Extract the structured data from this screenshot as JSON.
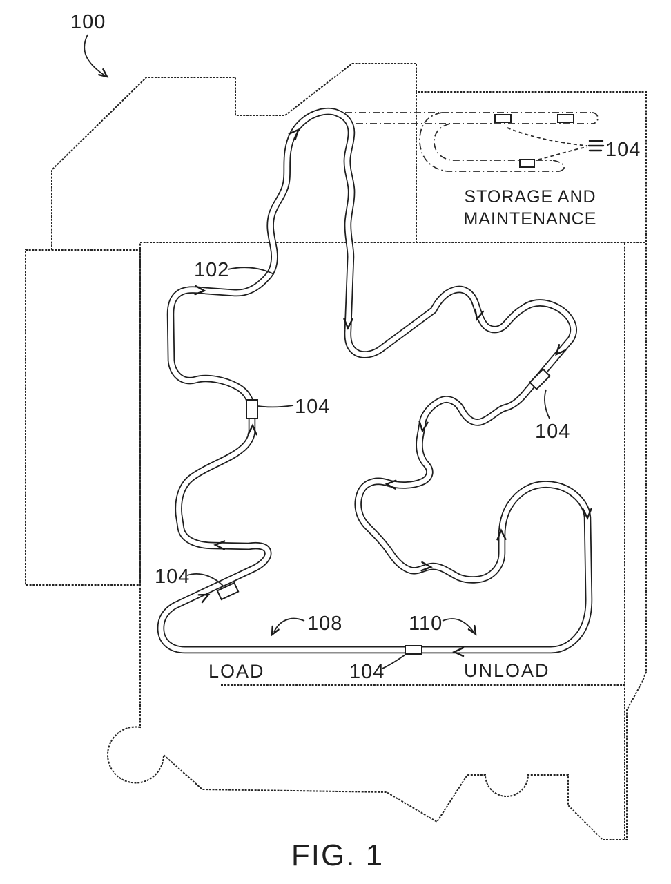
{
  "figure": {
    "label": "FIG. 1"
  },
  "refs": {
    "r100": "100",
    "r102": "102",
    "r104": "104",
    "r108": "108",
    "r110": "110"
  },
  "areas": {
    "storage_line1": "STORAGE AND",
    "storage_line2": "MAINTENANCE",
    "load": "LOAD",
    "unload": "UNLOAD"
  },
  "colors": {
    "ink": "#1f1f1f",
    "paper": "#ffffff"
  }
}
